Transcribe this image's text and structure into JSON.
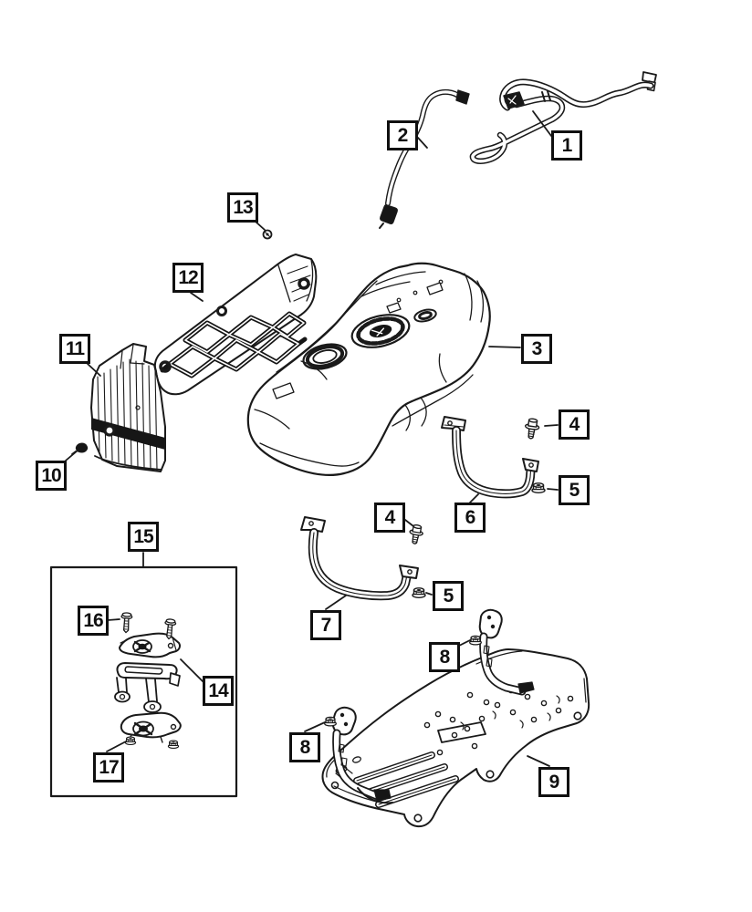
{
  "page": {
    "background_color": "#ffffff",
    "line_color": "#1a1a1a",
    "description": "Exploded parts diagram: fuel tank, tubes, straps, heat shields, skid plate and brackets"
  },
  "callouts": [
    {
      "id": "1",
      "label": "1"
    },
    {
      "id": "2",
      "label": "2"
    },
    {
      "id": "3",
      "label": "3"
    },
    {
      "id": "4a",
      "label": "4"
    },
    {
      "id": "4b",
      "label": "4"
    },
    {
      "id": "5a",
      "label": "5"
    },
    {
      "id": "5b",
      "label": "5"
    },
    {
      "id": "6",
      "label": "6"
    },
    {
      "id": "7",
      "label": "7"
    },
    {
      "id": "8a",
      "label": "8"
    },
    {
      "id": "8b",
      "label": "8"
    },
    {
      "id": "9",
      "label": "9"
    },
    {
      "id": "10",
      "label": "10"
    },
    {
      "id": "11",
      "label": "11"
    },
    {
      "id": "12",
      "label": "12"
    },
    {
      "id": "13",
      "label": "13"
    },
    {
      "id": "14",
      "label": "14"
    },
    {
      "id": "15",
      "label": "15"
    },
    {
      "id": "16",
      "label": "16"
    },
    {
      "id": "17",
      "label": "17"
    }
  ],
  "drawings": [
    {
      "callout": "1",
      "icon": "fuel-tube-assembly-drawing"
    },
    {
      "callout": "2",
      "icon": "fuel-vent-tube-drawing"
    },
    {
      "callout": "3",
      "icon": "fuel-tank-drawing"
    },
    {
      "callout": "4",
      "icon": "hex-flange-bolt-icon"
    },
    {
      "callout": "5",
      "icon": "flange-nut-icon"
    },
    {
      "callout": "6",
      "icon": "tank-strap-drawing"
    },
    {
      "callout": "7",
      "icon": "tank-strap-drawing"
    },
    {
      "callout": "8",
      "icon": "skid-plate-bracket-drawing"
    },
    {
      "callout": "9",
      "icon": "skid-plate-drawing"
    },
    {
      "callout": "10",
      "icon": "retainer-clip-drawing"
    },
    {
      "callout": "11",
      "icon": "heat-shield-drawing"
    },
    {
      "callout": "12",
      "icon": "lattice-heat-shield-drawing"
    },
    {
      "callout": "13",
      "icon": "screw-head-drawing"
    },
    {
      "callout": "14",
      "icon": "bracket-set-drawing"
    },
    {
      "callout": "15",
      "icon": "kit-outline-box"
    },
    {
      "callout": "16",
      "icon": "mounting-screw-drawing"
    },
    {
      "callout": "17",
      "icon": "mounting-nut-drawing"
    }
  ]
}
